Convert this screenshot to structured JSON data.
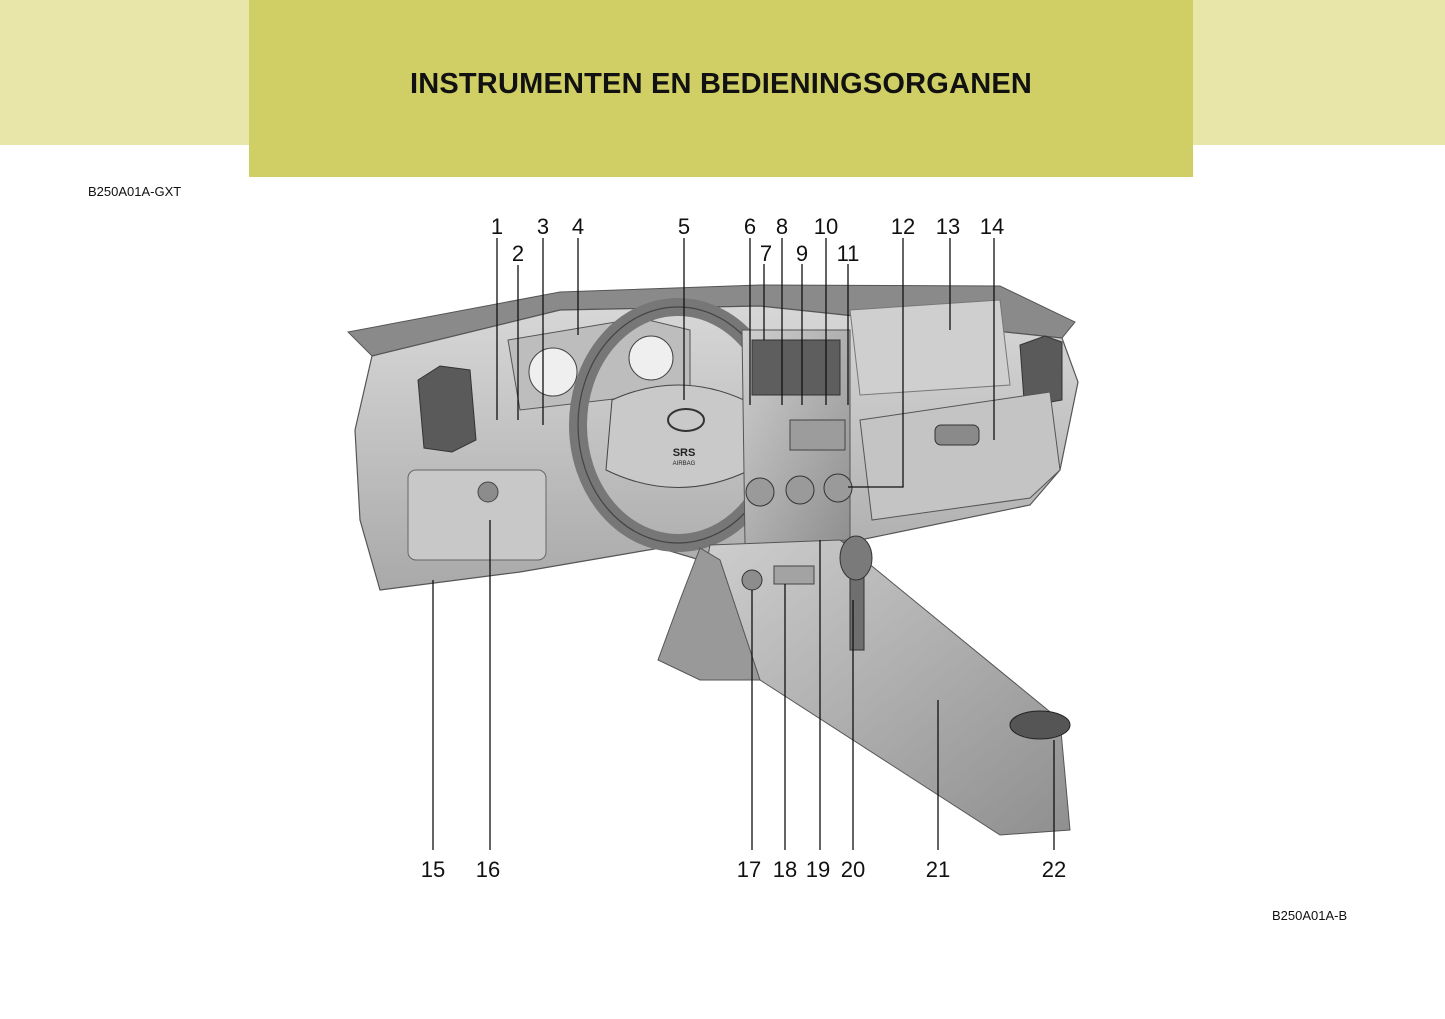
{
  "header": {
    "title": "INSTRUMENTEN EN BEDIENINGSORGANEN",
    "band_color": "#e8e6a8",
    "box_color": "#cfcf65"
  },
  "figure": {
    "code_top": "B250A01A-GXT",
    "code_bottom": "B250A01A-B",
    "callouts": [
      "1",
      "2",
      "3",
      "4",
      "5",
      "6",
      "7",
      "8",
      "9",
      "10",
      "11",
      "12",
      "13",
      "14",
      "15",
      "16",
      "17",
      "18",
      "19",
      "20",
      "21",
      "22"
    ],
    "badge": "SRS",
    "badge_sub": "AIRBAG"
  }
}
